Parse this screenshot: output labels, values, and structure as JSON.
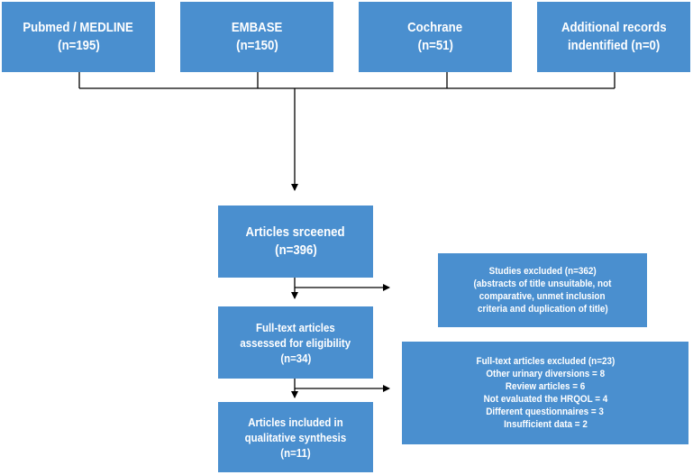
{
  "sources": [
    {
      "line1": "Pubmed / MEDLINE",
      "line2": "(n=195)"
    },
    {
      "line1": "EMBASE",
      "line2": "(n=150)"
    },
    {
      "line1": "Cochrane",
      "line2": "(n=51)"
    },
    {
      "line1": "Additional records",
      "line2": "indentified (n=0)"
    }
  ],
  "screened": {
    "line1": "Articles srceened",
    "line2": "(n=396)"
  },
  "fulltext": {
    "line1": "Full-text articles",
    "line2": "assessed for eligibility",
    "line3": "(n=34)"
  },
  "included": {
    "line1": "Articles included in",
    "line2": "qualitative synthesis",
    "line3": "(n=11)"
  },
  "excluded_studies": {
    "lines": [
      "Studies excluded (n=362)",
      "(abstracts of title unsuitable, not",
      "comparative, unmet inclusion",
      "criteria and duplication of title)"
    ]
  },
  "excluded_fulltext": {
    "lines": [
      "Full-text articles excluded (n=23)",
      "Other urinary diversions = 8",
      "Review articles = 6",
      "Not evaluated the HRQOL = 4",
      "Different questionnaires = 3",
      "Insufficient data = 2"
    ]
  },
  "colors": {
    "box_fill": "#4a8fcf",
    "box_text": "#ffffff",
    "line": "#000000"
  }
}
